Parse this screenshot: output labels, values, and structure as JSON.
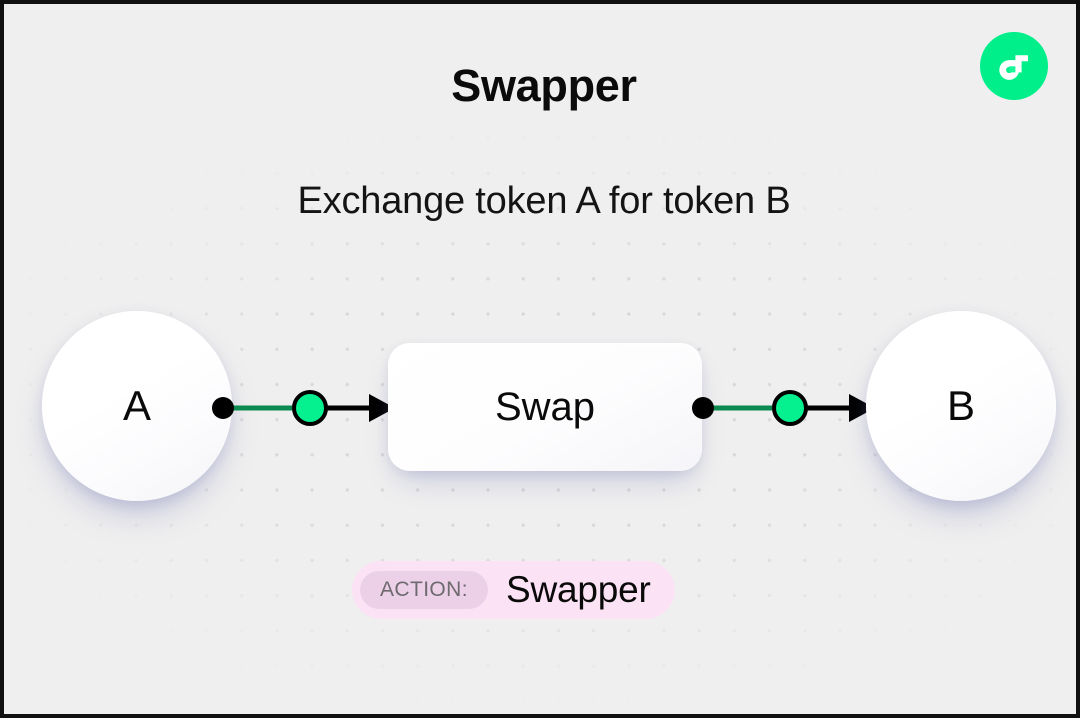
{
  "page": {
    "title": "Swapper",
    "subtitle": "Exchange token A for token B",
    "background_color": "#efefef",
    "border_color": "#111111"
  },
  "logo": {
    "name": "flow-logo",
    "icon": "flow-logo-icon",
    "background_color": "#00ef8b",
    "mark_color": "#ffffff"
  },
  "diagram": {
    "nodes": [
      {
        "id": "token-a",
        "label": "A",
        "shape": "circle"
      },
      {
        "id": "swap",
        "label": "Swap",
        "shape": "rounded-rect"
      },
      {
        "id": "token-b",
        "label": "B",
        "shape": "circle"
      }
    ],
    "edges": [
      {
        "id": "edge-a-swap",
        "from": "token-a",
        "to": "swap",
        "start_dot_color": "#000000",
        "segment_color": "#0a8a4e",
        "midpoint_color": "#05f08f",
        "midpoint_border_color": "#000000",
        "arrow_color": "#000000"
      },
      {
        "id": "edge-swap-b",
        "from": "swap",
        "to": "token-b",
        "start_dot_color": "#000000",
        "segment_color": "#0a8a4e",
        "midpoint_color": "#05f08f",
        "midpoint_border_color": "#000000",
        "arrow_color": "#000000"
      }
    ],
    "node_fill": "#ffffff",
    "node_shadow_color": "#6066aa"
  },
  "action": {
    "label": "ACTION:",
    "value": "Swapper",
    "pill_color": "#fbe2f4",
    "label_pill_color": "#ecd0e7",
    "label_text_color": "#6e6a6f"
  }
}
